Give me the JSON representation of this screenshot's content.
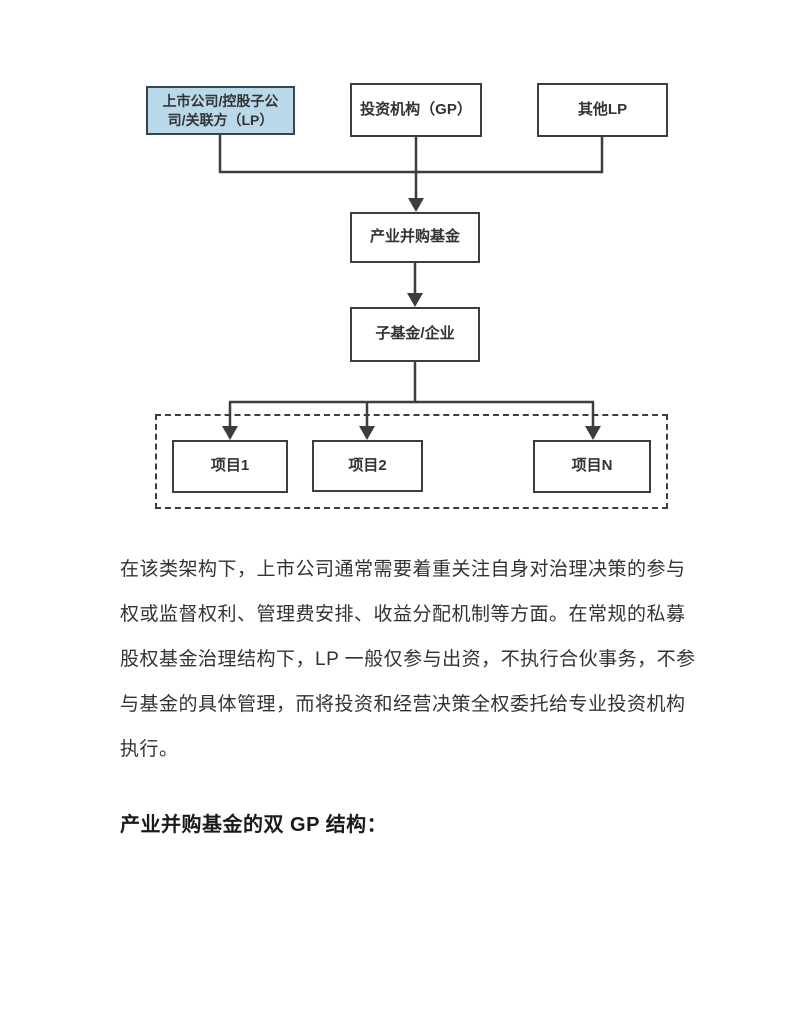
{
  "diagram": {
    "line_color": "#3d3d3d",
    "lp_fill": "#b9d9ea",
    "lp_border": "#36454f",
    "nodes": {
      "listed_company_lp": "上市公司/控股子公\n司/关联方（LP）",
      "investment_gp": "投资机构（GP）",
      "other_lp": "其他LP",
      "fund": "产业并购基金",
      "subfund": "子基金/企业",
      "project1": "项目1",
      "project2": "项目2",
      "projectN": "项目N"
    }
  },
  "paragraph": {
    "lines": [
      "在该类架构下，上市公司通常需要着重关注自身对治理决策的参与",
      "权或监督权利、管理费安排、收益分配机制等方面。在常规的私募",
      "股权基金治理结构下，LP 一般仅参与出资，不执行合伙事务，不参",
      "与基金的具体管理，而将投资和经营决策全权委托给专业投资机构",
      "执行。"
    ]
  },
  "heading": {
    "text": "产业并购基金的双 GP 结构："
  }
}
